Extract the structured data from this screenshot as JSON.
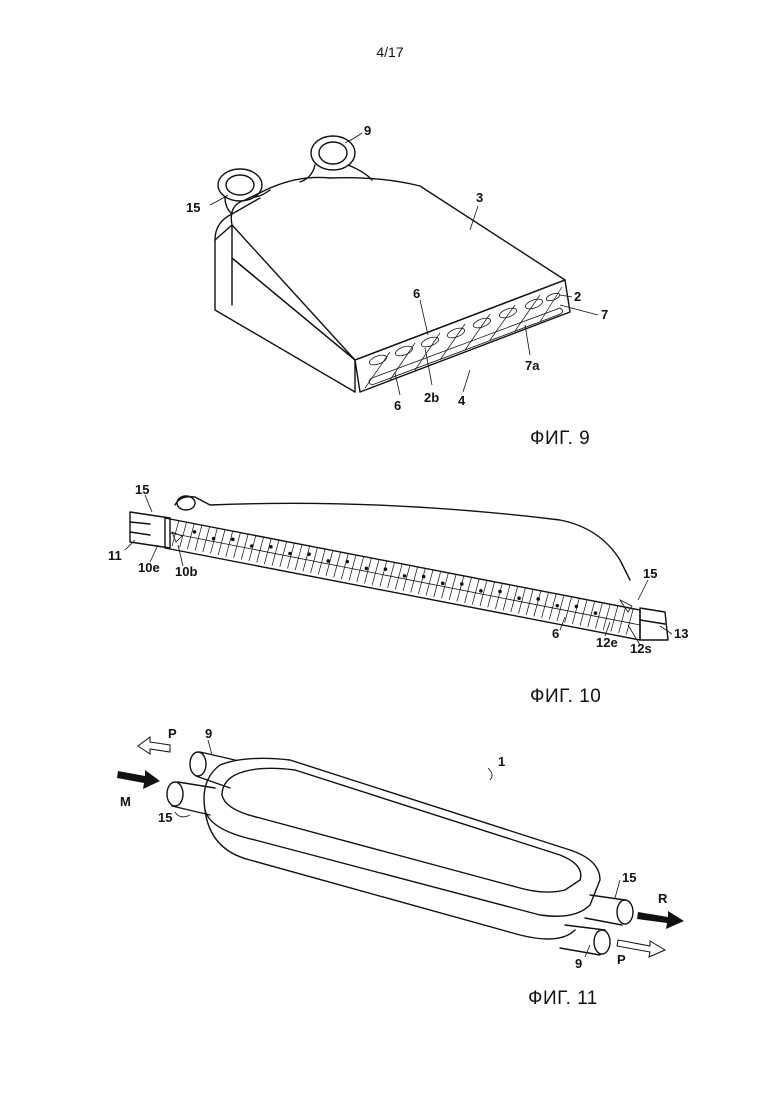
{
  "page_number": "4/17",
  "figures": [
    {
      "caption": "ФИГ. 9",
      "labels": {
        "l9": "9",
        "l15": "15",
        "l3": "3",
        "l6a": "6",
        "l2": "2",
        "l7": "7",
        "l7a": "7a",
        "l2b": "2b",
        "l4": "4",
        "l6b": "6"
      }
    },
    {
      "caption": "ФИГ. 10",
      "labels": {
        "l15a": "15",
        "l11": "11",
        "l10e": "10e",
        "l10b": "10b",
        "l15b": "15",
        "l6": "6",
        "l12e": "12e",
        "l12s": "12s",
        "l13": "13"
      }
    },
    {
      "caption": "ФИГ. 11",
      "labels": {
        "lP1": "P",
        "l9a": "9",
        "lM": "M",
        "l15a": "15",
        "l1": "1",
        "l15b": "15",
        "lR": "R",
        "lP2": "P",
        "l9b": "9"
      }
    }
  ]
}
